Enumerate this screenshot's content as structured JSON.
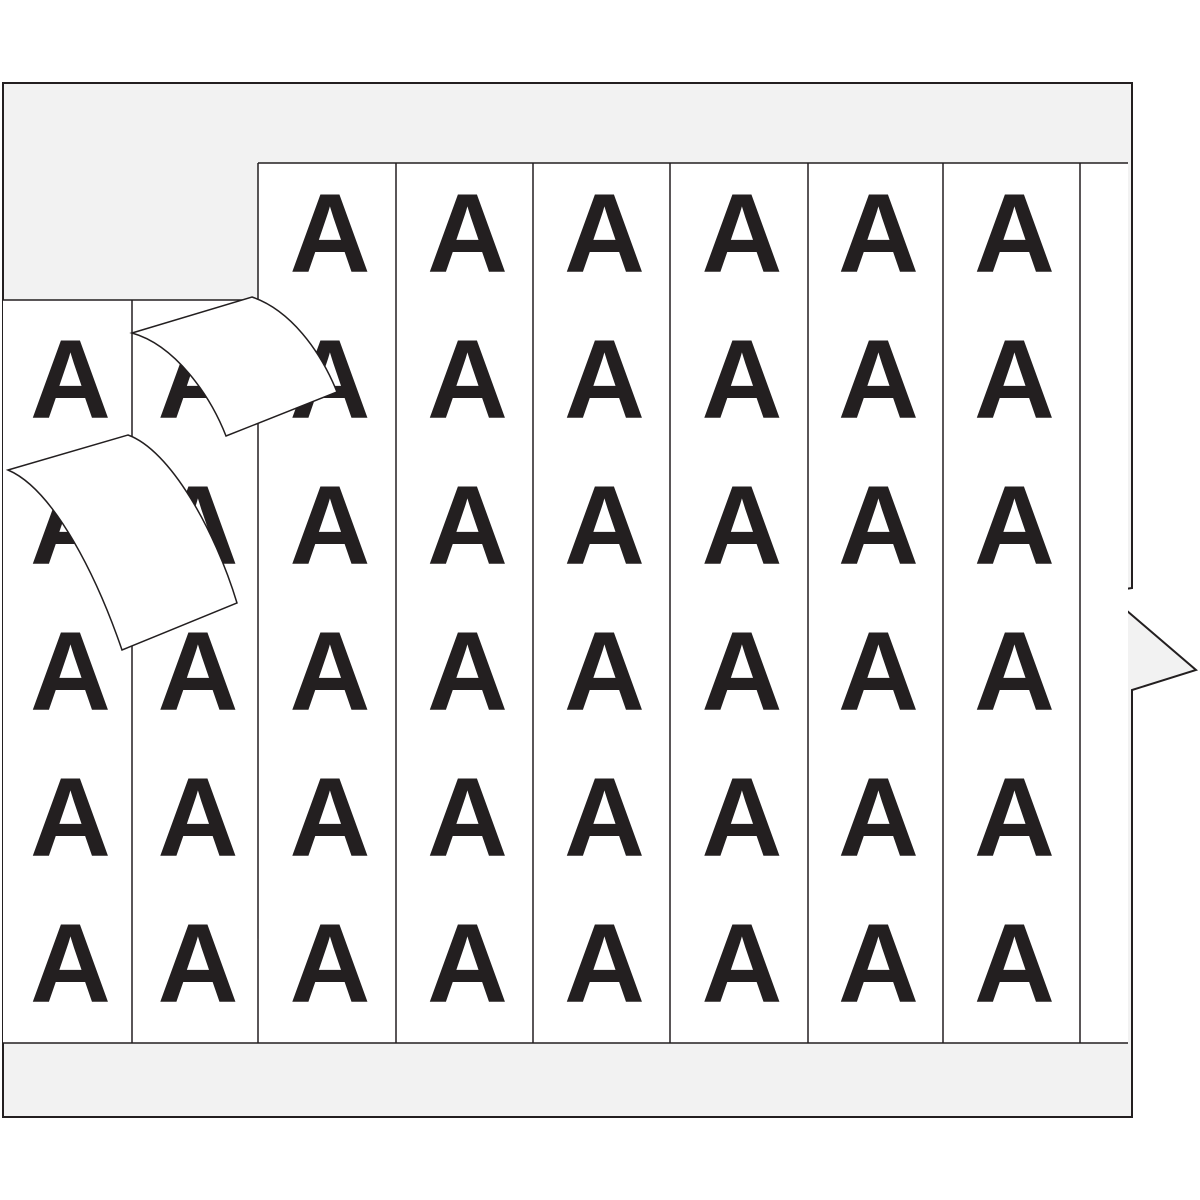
{
  "label_sheet": {
    "character": "A",
    "rows": 6,
    "full_columns": 6,
    "peeled_columns": 2,
    "peeled_labels": 2,
    "colors": {
      "ink": "#231f20",
      "liner": "#f2f2f2",
      "label": "#ffffff"
    }
  }
}
